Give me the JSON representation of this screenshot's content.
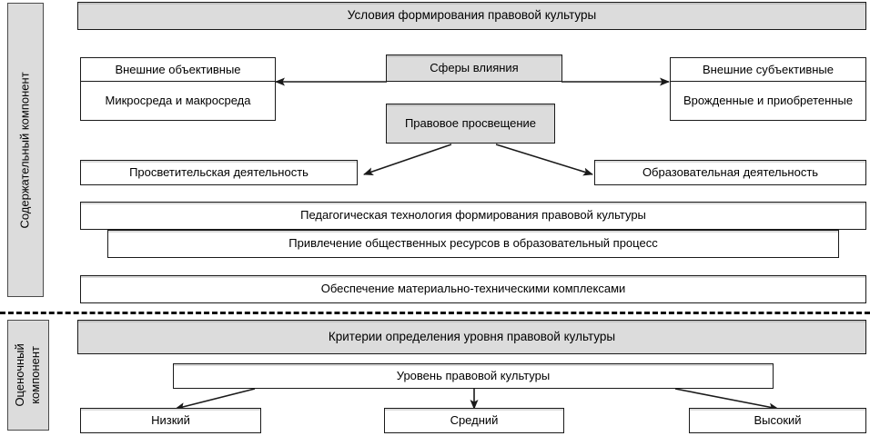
{
  "diagram": {
    "title_bands": {
      "conditions": "Условия формирования правовой культуры",
      "criteria": "Критерии определения уровня правовой культуры"
    },
    "side_labels": {
      "content_component": "Содержательный компонент",
      "evaluation_component": "Оценочный компонент"
    },
    "content_section": {
      "external_objective": {
        "header": "Внешние объективные",
        "body": "Микросреда и макросреда"
      },
      "external_subjective": {
        "header": "Внешние субъективные",
        "body": "Врожденные и приобретенные"
      },
      "spheres_of_influence": "Сферы влияния",
      "legal_education": "Правовое просвещение",
      "enlightenment_activity": "Просветительская деятельность",
      "educational_activity": "Образовательная деятельность",
      "pedagogical_technology": "Педагогическая технология формирования правовой культуры",
      "public_resources": "Привлечение общественных ресурсов в образовательный процесс",
      "material_technical": "Обеспечение материально-техническими комплексами"
    },
    "evaluation_section": {
      "level_of_legal_culture": "Уровень правовой культуры",
      "levels": [
        "Низкий",
        "Средний",
        "Высокий"
      ]
    },
    "colors": {
      "shaded_fill": "#dcdcdc",
      "box_fill": "#ffffff",
      "stroke": "#1a1a1a",
      "text": "#000000"
    }
  }
}
